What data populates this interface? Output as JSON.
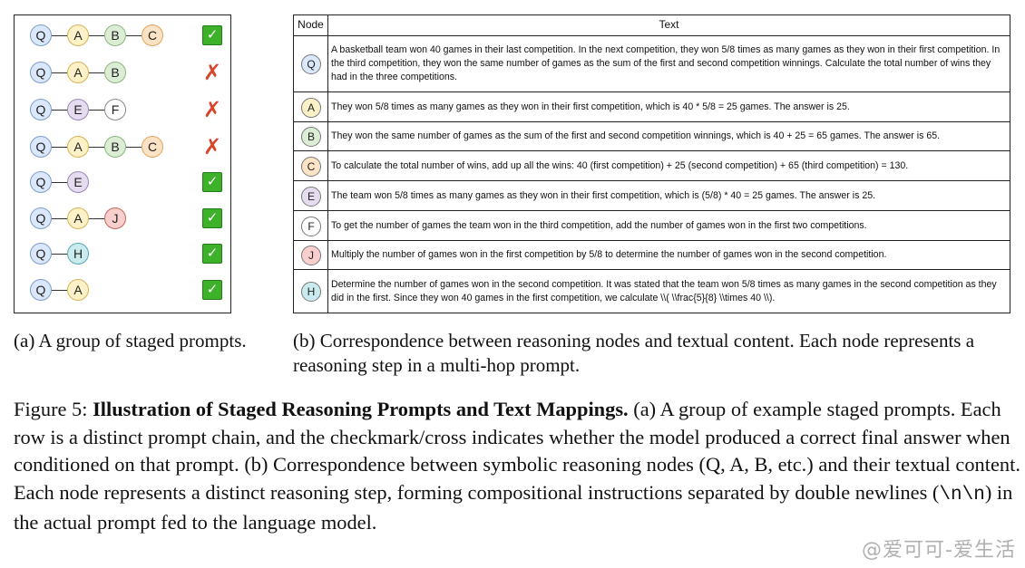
{
  "panel_a": {
    "chains": [
      {
        "nodes": [
          "Q",
          "A",
          "B",
          "C"
        ],
        "correct": true
      },
      {
        "nodes": [
          "Q",
          "A",
          "B"
        ],
        "correct": false
      },
      {
        "nodes": [
          "Q",
          "E",
          "F"
        ],
        "correct": false
      },
      {
        "nodes": [
          "Q",
          "A",
          "B",
          "C"
        ],
        "correct": false
      },
      {
        "nodes": [
          "Q",
          "E"
        ],
        "correct": true
      },
      {
        "nodes": [
          "Q",
          "A",
          "J"
        ],
        "correct": true
      },
      {
        "nodes": [
          "Q",
          "H"
        ],
        "correct": true
      },
      {
        "nodes": [
          "Q",
          "A"
        ],
        "correct": true
      }
    ],
    "check_glyph": "✓",
    "cross_glyph": "✗",
    "icons": {
      "correct": "checkmark-icon",
      "incorrect": "cross-icon"
    },
    "colors": {
      "check_green": "#3db12a",
      "cross_red": "#d9442b",
      "Q": "#dbe8fb",
      "A": "#fdf1c7",
      "B": "#dcedd6",
      "C": "#fde3c6",
      "E": "#e6dcef",
      "F": "#ffffff",
      "J": "#f8cfcd",
      "H": "#c9ebef"
    }
  },
  "panel_b": {
    "header": {
      "node": "Node",
      "text": "Text"
    },
    "rows": [
      {
        "node": "Q",
        "text": "A basketball team won 40 games in their last competition. In the next competition, they won 5/8 times as many games as they won in their first competition. In the third competition, they won the same number of games as the sum of the first and second competition winnings. Calculate the total number of wins they had in the three competitions."
      },
      {
        "node": "A",
        "text": "They won 5/8 times as many games as they won in their first competition, which is 40 * 5/8 = 25 games. The answer is 25."
      },
      {
        "node": "B",
        "text": "They won the same number of games as the sum of the first and second competition winnings, which is 40 + 25 = 65 games. The answer is 65."
      },
      {
        "node": "C",
        "text": "To calculate the total number of wins, add up all the wins: 40 (first competition) + 25 (second competition) + 65 (third competition) = 130."
      },
      {
        "node": "E",
        "text": "The team won 5/8 times as many games as they won in their first competition, which is (5/8) * 40 = 25 games. The answer is 25."
      },
      {
        "node": "F",
        "text": "To get the number of games the team won in the third competition, add the number of games won in the first two competitions."
      },
      {
        "node": "J",
        "text": "Multiply the number of games won in the first competition by 5/8 to determine the number of games won in the second competition."
      },
      {
        "node": "H",
        "text": "Determine the number of games won in the second competition. It was stated that the team won 5/8 times as many games in the second competition as they did in the first. Since they won 40 games in the first competition, we calculate \\\\( \\\\frac{5}{8} \\\\times 40 \\\\)."
      }
    ]
  },
  "subcaption_a": "(a) A group of staged prompts.",
  "subcaption_b": "(b) Correspondence between reasoning nodes and textual content. Each node represents a reasoning step in a multi-hop prompt.",
  "caption": {
    "label": "Figure 5: ",
    "title": "Illustration of Staged Reasoning Prompts and Text Mappings.",
    "body_1": " (a) A group of example staged prompts. Each row is a distinct prompt chain, and the checkmark/cross indicates whether the model produced a correct final answer when conditioned on that prompt. (b) Correspondence between symbolic reasoning nodes (Q, A, B, etc.) and their textual content. Each node represents a distinct reasoning step, forming compositional instructions separated by double newlines (",
    "code": "\\n\\n",
    "body_2": ") in the actual prompt fed to the language model."
  },
  "watermark": "@爱可可-爱生活"
}
